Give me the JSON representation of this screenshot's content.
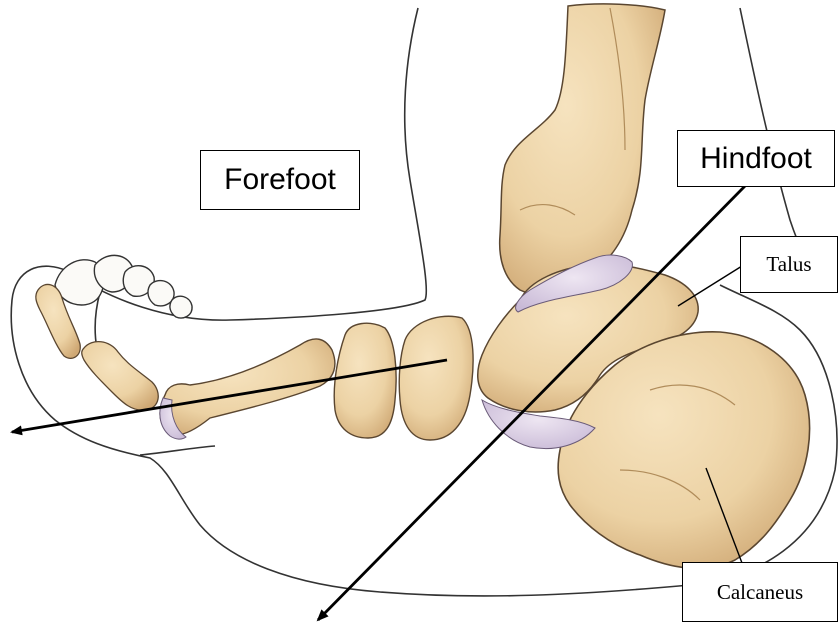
{
  "labels": {
    "forefoot": "Forefoot",
    "hindfoot": "Hindfoot",
    "talus": "Talus",
    "calcaneus": "Calcaneus"
  },
  "colors": {
    "bone_fill": "#ecd2a4",
    "bone_shade": "#c9a470",
    "cartilage": "#d9cde3",
    "outline": "#2a2a2a",
    "skin_line": "#333333",
    "arrow": "#000000"
  }
}
